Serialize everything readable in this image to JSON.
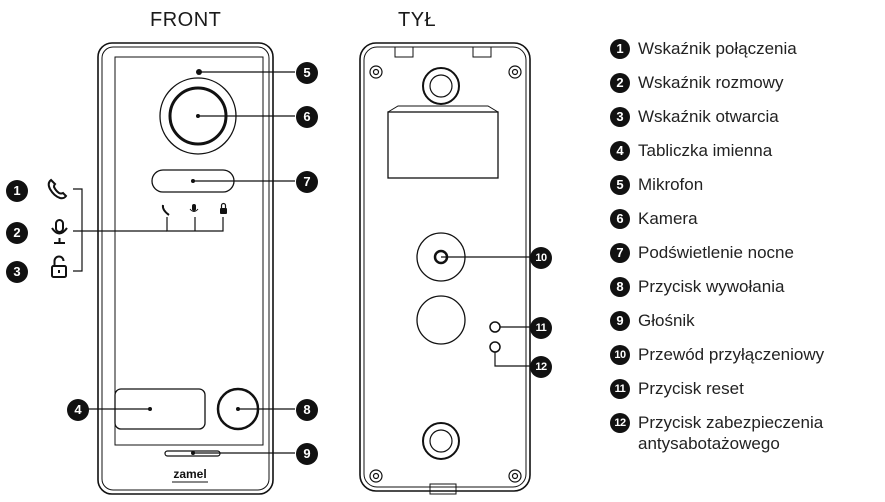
{
  "headings": {
    "front": "FRONT",
    "back": "TYŁ"
  },
  "brand": "zamel",
  "callouts_front": [
    "1",
    "2",
    "3",
    "4",
    "5",
    "6",
    "7",
    "8",
    "9"
  ],
  "callouts_back": [
    "10",
    "11",
    "12"
  ],
  "icons": [
    "phone-icon",
    "microphone-icon",
    "padlock-icon"
  ],
  "legend": [
    {
      "num": "1",
      "text": "Wskaźnik połączenia"
    },
    {
      "num": "2",
      "text": "Wskaźnik rozmowy"
    },
    {
      "num": "3",
      "text": "Wskaźnik otwarcia"
    },
    {
      "num": "4",
      "text": "Tabliczka imienna"
    },
    {
      "num": "5",
      "text": "Mikrofon"
    },
    {
      "num": "6",
      "text": "Kamera"
    },
    {
      "num": "7",
      "text": "Podświetlenie nocne"
    },
    {
      "num": "8",
      "text": "Przycisk wywołania"
    },
    {
      "num": "9",
      "text": "Głośnik"
    },
    {
      "num": "10",
      "text": "Przewód przyłączeniowy"
    },
    {
      "num": "11",
      "text": "Przycisk reset"
    },
    {
      "num": "12",
      "text": "Przycisk zabezpieczenia",
      "text2": "antysabotażowego"
    }
  ]
}
